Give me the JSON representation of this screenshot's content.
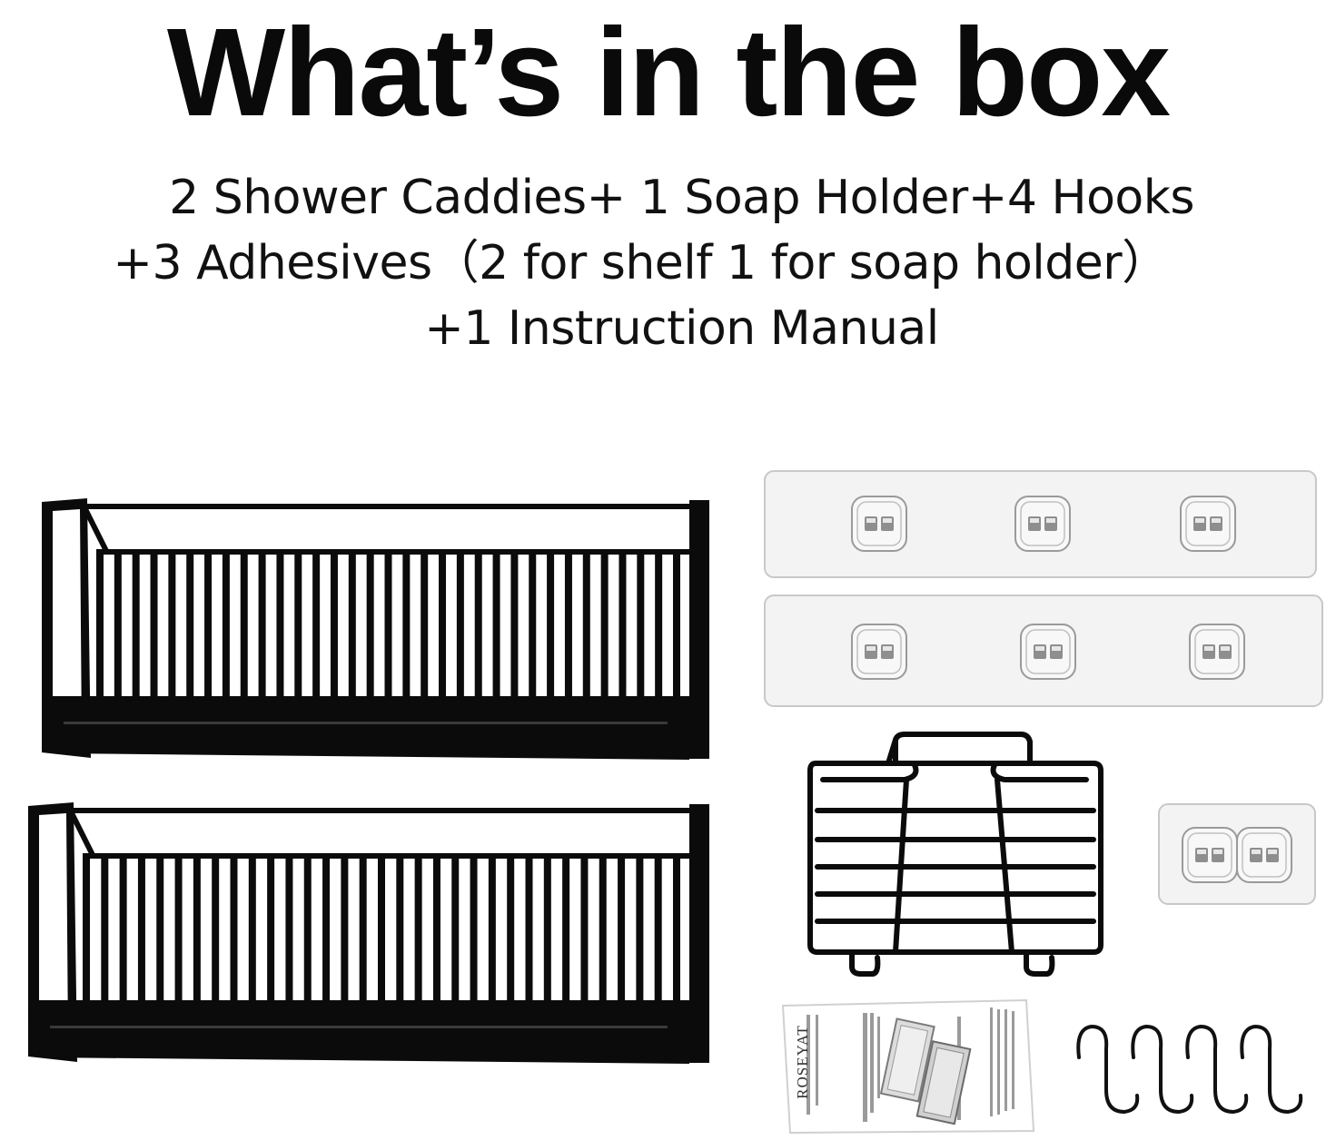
{
  "title": "What’s in the box",
  "contents": {
    "line1": "2 Shower Caddies+ 1 Soap Holder+4 Hooks",
    "line2": "+3 Adhesives（2 for shelf 1 for soap holder）",
    "line3": "+1 Instruction Manual"
  },
  "manual": {
    "brand": "ROSEYAT"
  },
  "colors": {
    "frame": "#0b0b0b",
    "adhesive_fill": "#f2f2f2",
    "adhesive_border": "#c9c9c9"
  }
}
